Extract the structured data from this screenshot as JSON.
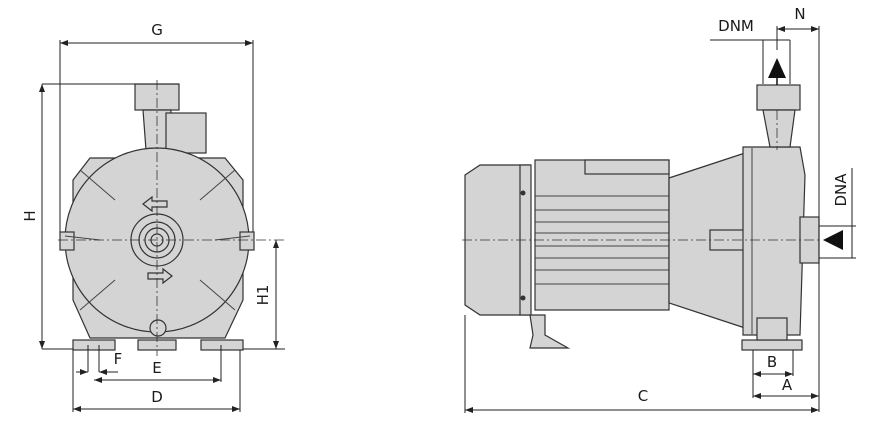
{
  "front_view": {
    "labels": {
      "G": "G",
      "H": "H",
      "H1": "H1",
      "F": "F",
      "E": "E",
      "D": "D"
    }
  },
  "side_view": {
    "labels": {
      "DNM": "DNM",
      "N": "N",
      "DNA": "DNA",
      "B": "B",
      "A": "A",
      "C": "C"
    }
  },
  "colors": {
    "body_fill": "#d4d4d4",
    "line": "#222222"
  }
}
